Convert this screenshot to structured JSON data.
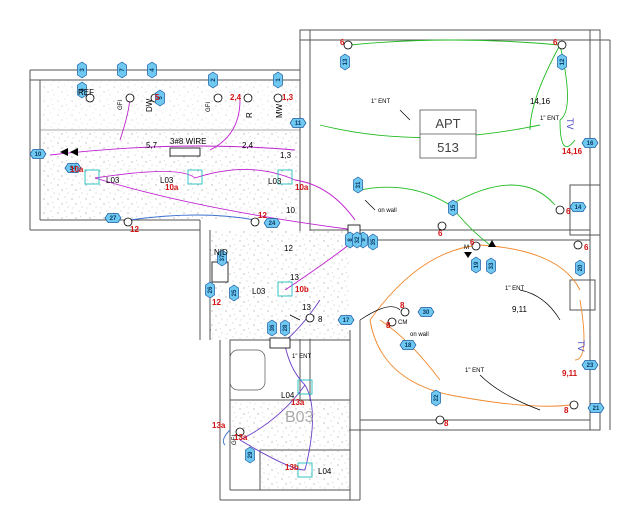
{
  "apt": {
    "title": "APT",
    "number": "513"
  },
  "circuits": {
    "c6a": "6",
    "c6b": "6",
    "c6c": "6",
    "c6d": "6",
    "c6e": "6",
    "c6f": "6",
    "c1416": "14,16",
    "c1416r": "14,16",
    "c911": "9,11",
    "c911r": "9,11",
    "c8a": "8",
    "c8b": "8",
    "c8c": "8",
    "c8d": "8",
    "c12a": "12",
    "c12b": "12",
    "c12c": "12",
    "c10a1": "10a",
    "c10a2": "10a",
    "c10a3": "10a",
    "c10b": "10b",
    "c13a1": "13a",
    "c13a2": "13a",
    "c13a3": "13a",
    "c13b": "13b",
    "c24": "2,4",
    "c24b": "2,4",
    "c13": "1,3",
    "c13r": "1,3",
    "c5": "5",
    "c57": "5,7",
    "c10": "10",
    "c13n": "13",
    "c12n": "12",
    "c8n": "8"
  },
  "labels": {
    "wire": "3#8 WIRE",
    "ent1": "1\" ENT",
    "ent2": "1\" ENT",
    "ent3": "1\" ENT",
    "ent4": "1\" ENT",
    "ent5": "1\" ENT",
    "onwall1": "on wall",
    "onwall2": "on wall",
    "nid": "NID",
    "ref": "REF",
    "dw": "DW",
    "mw": "MW",
    "r": "R",
    "gfi1": "GFI",
    "gfi2": "GFI",
    "gfi3": "GFI",
    "cm": "CM",
    "b03": "B03",
    "l03a": "L03",
    "l03b": "L03",
    "l03c": "L03",
    "l03d": "L03",
    "l04a": "L04",
    "l04b": "L04",
    "m": "M",
    "tv1": "TV",
    "tv2": "TV",
    "w13": "13"
  },
  "tags": [
    "1",
    "2",
    "3",
    "4",
    "5",
    "6",
    "7",
    "8",
    "9",
    "10",
    "11",
    "12",
    "13",
    "14",
    "15",
    "16",
    "17",
    "18",
    "19",
    "20",
    "21",
    "22",
    "23",
    "24",
    "25",
    "26",
    "27",
    "28",
    "29",
    "30",
    "31",
    "32",
    "33",
    "34",
    "35",
    "36",
    "37"
  ],
  "colors": {
    "tag_fill": "#6ec8f0",
    "tag_stroke": "#1a5aa0",
    "circuit_red": "#d01010",
    "green": "#22bb22",
    "magenta": "#c020d0",
    "purple": "#6a3fc8",
    "orange": "#f08a30",
    "blue": "#3a70d0",
    "cyan": "#20c0c0",
    "wall": "#555555"
  }
}
